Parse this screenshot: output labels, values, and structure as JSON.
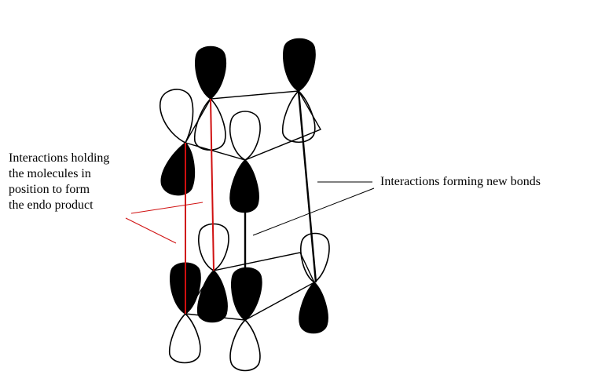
{
  "labels": {
    "endo_lines": [
      "Interactions holding",
      "the molecules in",
      "position to form",
      "the endo product"
    ],
    "new_bonds": "Interactions forming new bonds"
  },
  "colors": {
    "lobe_filled": "#000000",
    "lobe_outline": "#000000",
    "lobe_empty": "#ffffff",
    "secondary_interaction": "#d01010",
    "bond_line": "#000000"
  }
}
